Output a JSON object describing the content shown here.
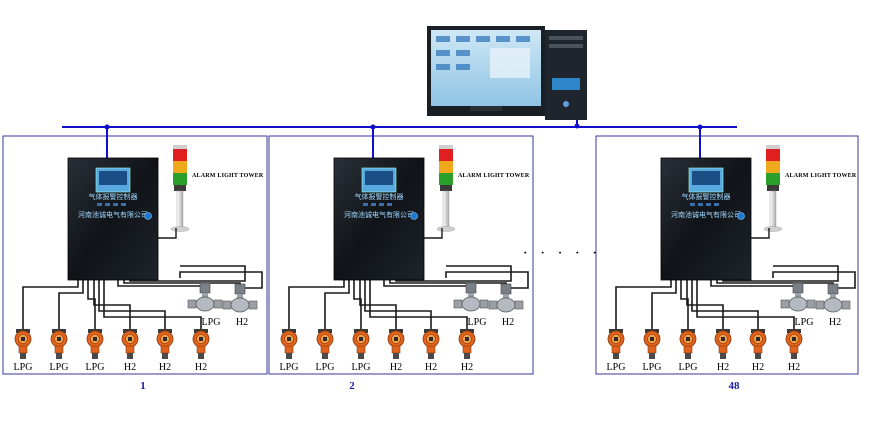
{
  "colors": {
    "bus": "#1010cc",
    "panel_border": "#3a3a9a",
    "cabinet": "#14191f",
    "wire": "#1a1a1a",
    "detector": "#e0621c",
    "valve": "#9aa0a6",
    "label_blue": "#1a1aa8"
  },
  "units": [
    {
      "number": "1",
      "tower_label": "ALARM LIGHT TOWER",
      "brand": "河南池诚电气有限公司",
      "screen_text": "气体报警控制器",
      "detectors": [
        "LPG",
        "LPG",
        "LPG",
        "H2",
        "H2",
        "H2"
      ],
      "valves": [
        "LPG",
        "H2"
      ]
    },
    {
      "number": "2",
      "tower_label": "ALARM LIGHT TOWER",
      "brand": "河南池诚电气有限公司",
      "screen_text": "气体报警控制器",
      "detectors": [
        "LPG",
        "LPG",
        "LPG",
        "H2",
        "H2",
        "H2"
      ],
      "valves": [
        "LPG",
        "H2"
      ]
    },
    {
      "number": "48",
      "tower_label": "ALARM LIGHT TOWER",
      "brand": "河南池诚电气有限公司",
      "screen_text": "气体报警控制器",
      "detectors": [
        "LPG",
        "LPG",
        "LPG",
        "H2",
        "H2",
        "H2"
      ],
      "valves": [
        "LPG",
        "H2"
      ]
    }
  ],
  "ellipsis": "· · · · ·",
  "icons": {
    "computer": "desktop-computer-icon",
    "detector": "gas-detector-icon",
    "valve": "solenoid-valve-icon",
    "tower": "alarm-light-tower-icon",
    "controller": "gas-alarm-controller-icon"
  }
}
